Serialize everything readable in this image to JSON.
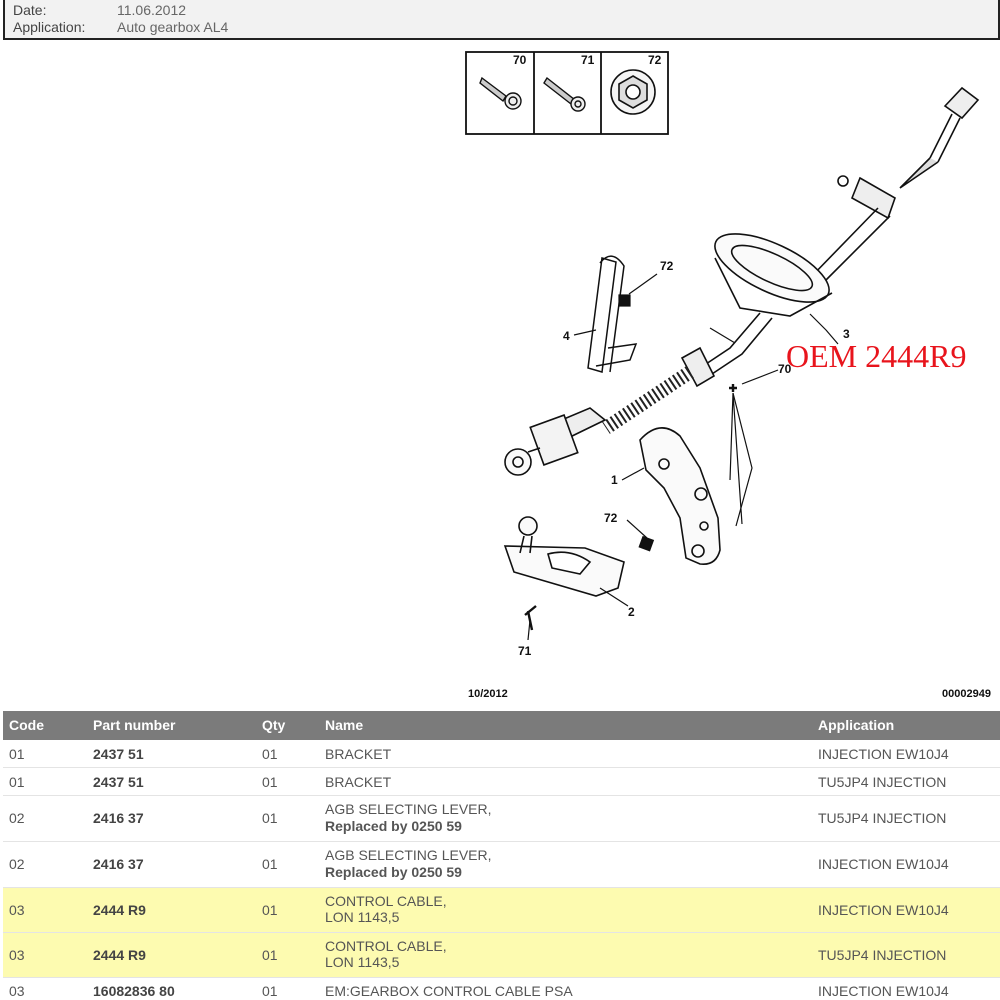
{
  "header": {
    "date_label": "Date:",
    "date_value": "11.06.2012",
    "application_label": "Application:",
    "application_value": "Auto gearbox AL4"
  },
  "diagram": {
    "legend": [
      "70",
      "71",
      "72"
    ],
    "callouts": {
      "c72a": "72",
      "c4": "4",
      "c3": "3",
      "c70": "70",
      "c1": "1",
      "c72b": "72",
      "c2": "2",
      "c71": "71"
    },
    "oem_label": "OEM 2444R9",
    "footer_date": "10/2012",
    "footer_ref": "00002949"
  },
  "table": {
    "headers": {
      "code": "Code",
      "part_number": "Part number",
      "qty": "Qty",
      "name": "Name",
      "application": "Application"
    },
    "rows": [
      {
        "code": "01",
        "part_number": "2437 51",
        "qty": "01",
        "name": "BRACKET",
        "name2": "",
        "application": "INJECTION EW10J4"
      },
      {
        "code": "01",
        "part_number": "2437 51",
        "qty": "01",
        "name": "BRACKET",
        "name2": "",
        "application": "TU5JP4 INJECTION"
      },
      {
        "code": "02",
        "part_number": "2416 37",
        "qty": "01",
        "name": "AGB SELECTING LEVER,",
        "name2": "Replaced by 0250 59",
        "application": "TU5JP4 INJECTION"
      },
      {
        "code": "02",
        "part_number": "2416 37",
        "qty": "01",
        "name": "AGB SELECTING LEVER,",
        "name2": "Replaced by 0250 59",
        "application": "INJECTION EW10J4"
      },
      {
        "code": "03",
        "part_number": "2444 R9",
        "qty": "01",
        "name": "CONTROL CABLE,",
        "name2": "LON 1143,5",
        "application": "INJECTION EW10J4"
      },
      {
        "code": "03",
        "part_number": "2444 R9",
        "qty": "01",
        "name": "CONTROL CABLE,",
        "name2": "LON 1143,5",
        "application": "TU5JP4 INJECTION"
      },
      {
        "code": "03",
        "part_number": "16082836 80",
        "qty": "01",
        "name": "EM:GEARBOX CONTROL CABLE PSA",
        "name2": "",
        "application": "INJECTION EW10J4"
      }
    ]
  },
  "colors": {
    "highlight_row": "#fdfbb0",
    "header_bg": "#7b7b7b",
    "oem_text": "#e8141c"
  }
}
